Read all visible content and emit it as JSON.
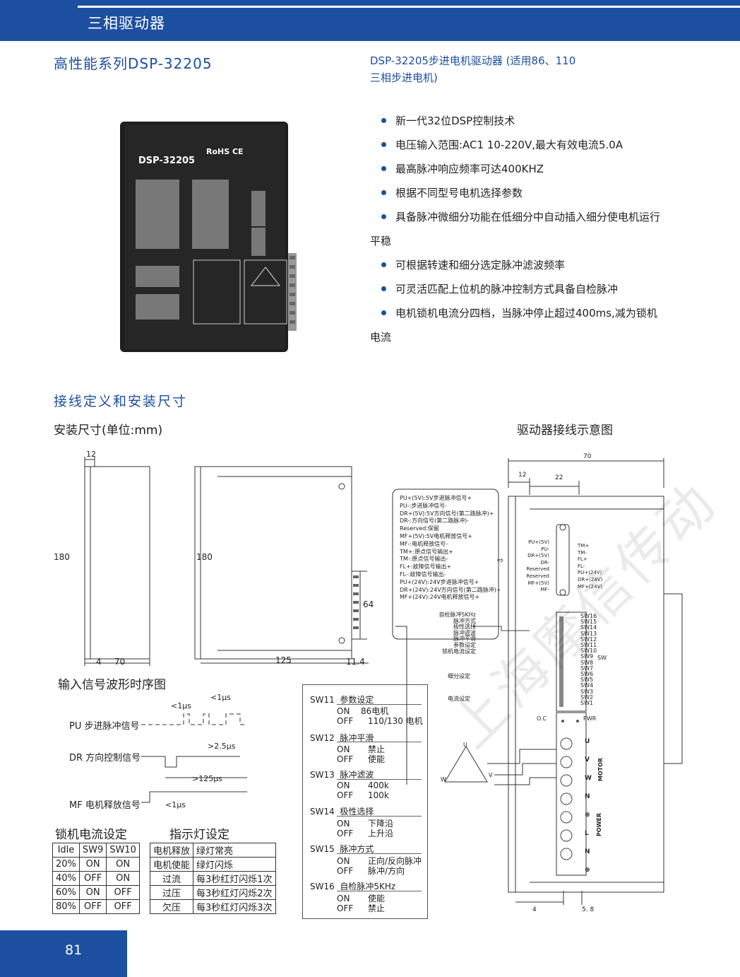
{
  "header": {
    "title": "三相驱动器"
  },
  "product": {
    "series_title": "高性能系列DSP-32205",
    "subtitle_line1": "DSP-32205步进电机驱动器 (适用86、110",
    "subtitle_line2": "三相步进电机)",
    "device_model": "DSP-32205",
    "device_marks": "RoHS CE"
  },
  "features": [
    "新一代32位DSP控制技术",
    "电压输入范围:AC1 10-220V,最大有效电流5.0A",
    "最高脉冲响应频率可达400KHZ",
    "根据不同型号电机选择参数",
    "具备脉冲微细分功能在低细分中自动插入细分使电机运行",
    "平稳",
    "可根据转速和细分选定脉冲滤波频率",
    "可灵活匹配上位机的脉冲控制方式具备自检脉冲",
    "电机锁机电流分四档，当脉冲停止超过400ms,减为锁机",
    "电流"
  ],
  "wiring_section": {
    "title": "接线定义和安装尺寸"
  },
  "mount": {
    "title": "安装尺寸(单位:mm)",
    "dim_12": "12",
    "dim_180a": "180",
    "dim_4": "4",
    "dim_70": "70",
    "dim_180b": "180",
    "dim_64": "64",
    "dim_125": "125",
    "dim_11_4": "11.4"
  },
  "waveform": {
    "title": "输入信号波形时序图",
    "pu": "PU 步进脉冲信号",
    "dr": "DR 方向控制信号",
    "mf": "MF 电机释放信号",
    "t1": "<1μs",
    "t2": "<1μs",
    "t3": ">2.5μs",
    "t4": ">125μs",
    "t5": "<1μs"
  },
  "lock_current": {
    "title": "锁机电流设定",
    "headers": [
      "Idle",
      "SW9",
      "SW10"
    ],
    "rows": [
      [
        "20%",
        "ON",
        "ON"
      ],
      [
        "40%",
        "OFF",
        "ON"
      ],
      [
        "60%",
        "ON",
        "OFF"
      ],
      [
        "80%",
        "OFF",
        "OFF"
      ]
    ]
  },
  "indicator": {
    "title": "指示灯设定",
    "rows": [
      [
        "电机释放",
        "绿灯常亮"
      ],
      [
        "电机使能",
        "绿灯闪烁"
      ],
      [
        "过流",
        "每3秒红灯闪烁1次"
      ],
      [
        "过压",
        "每3秒红灯闪烁2次"
      ],
      [
        "欠压",
        "每3秒红灯闪烁3次"
      ]
    ]
  },
  "switches": [
    {
      "name": "SW11",
      "title": "参数设定",
      "on": "86电机",
      "off": "110/130 电机"
    },
    {
      "name": "SW12",
      "title": "脉冲平滑",
      "on": "禁止",
      "off": "使能"
    },
    {
      "name": "SW13",
      "title": "脉冲滤波",
      "on": "400k",
      "off": "100k"
    },
    {
      "name": "SW14",
      "title": "极性选择",
      "on": "下降沿",
      "off": "上升沿"
    },
    {
      "name": "SW15",
      "title": "脉冲方式",
      "on": "正向/反向脉冲",
      "off": "脉冲/方向"
    },
    {
      "name": "SW16",
      "title": "自检脉冲5KHz",
      "on": "使能",
      "off": "禁止"
    }
  ],
  "switch_on": "ON",
  "switch_off": "OFF",
  "wiring": {
    "title": "驱动器接线示意图",
    "dim_70": "70",
    "dim_12": "12",
    "dim_22": "22",
    "dim_4": "4",
    "dim_58": "5. 8",
    "signals": [
      "PU+(5V):5V步进脉冲信号+",
      "PU-:步进脉冲信号-",
      "DR+(5V):5V方向信号(第二路脉冲)+",
      "DR-:方向信号(第二路脉冲)-",
      "Reserved:保留",
      "MF+(5V):5V电机释放信号+",
      "MF-:电机释放信号-",
      "TM+:原点信号输出+",
      "TM-:原点信号输出-",
      "FL+:故障信号输出+",
      "FL-:故障信号输出-",
      "PU+(24V):24V步进脉冲信号+",
      "DR+(24V):24V方向信号(第二路脉冲)+",
      "MF+(24V):24V电机释放信号+"
    ],
    "db_left": [
      "PU+(5V)",
      "PU-",
      "DR+(5V)",
      "DR-",
      "Reserved",
      "Reserved",
      "MF+(5V)",
      "MF-"
    ],
    "db_right": [
      "TM+",
      "TM-",
      "FL+",
      "FL-",
      "PU+(24V)",
      "DR+(24V)",
      "MF+(24V)"
    ],
    "sw_func": [
      "自检脉冲5KHz",
      "脉冲方式",
      "极性选择",
      "脉冲滤波",
      "脉冲平滑",
      "参数设定",
      "锁机电流设定"
    ],
    "subdiv": "细分设定",
    "current": "电流设定",
    "sw_labels": [
      "SW16",
      "SW15",
      "SW14",
      "SW13",
      "SW12",
      "SW11",
      "SW10",
      "SW9",
      "SW8",
      "SW7",
      "SW6",
      "SW5",
      "SW4",
      "SW3",
      "SW2",
      "SW1"
    ],
    "sw_group": "SW",
    "oc": "O.C",
    "pwr": "PWR",
    "terminals": [
      "U",
      "V",
      "W",
      "N",
      "⊕",
      "L",
      "N",
      "⊕"
    ],
    "motor": "MOTOR",
    "power": "POWER",
    "motor_u": "U",
    "motor_v": "V",
    "motor_w": "W"
  },
  "page_number": "81",
  "watermark": "上海摩信传动"
}
